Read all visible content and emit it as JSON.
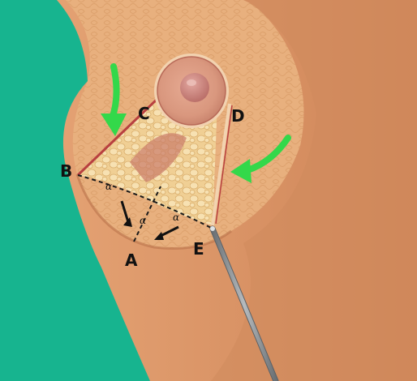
{
  "labels": {
    "point_a": "A",
    "point_b": "B",
    "point_c": "C",
    "point_d": "D",
    "point_e": "E",
    "angle_1": "α",
    "angle_2": "α",
    "angle_3": "α"
  },
  "colors": {
    "background": "#ffffff",
    "drape": "#17b48f",
    "skin_light": "#e2a274",
    "skin_dark": "#cd8458",
    "skin_shadow": "#b87048",
    "breast_tissue": "#e8b07e",
    "tissue_texture": "#d89a64",
    "fat_lobules": "#f2d7a0",
    "areola": "#d9977e",
    "nipple": "#c57d74",
    "incision_line": "#b84040",
    "green_arrow": "#33d84a",
    "black_arrow": "#111111",
    "dashed_line": "#1a1a1a",
    "instrument": "#8a8f93"
  },
  "icons": [
    "green-curved-arrow",
    "black-arrow",
    "surgical-instrument"
  ]
}
